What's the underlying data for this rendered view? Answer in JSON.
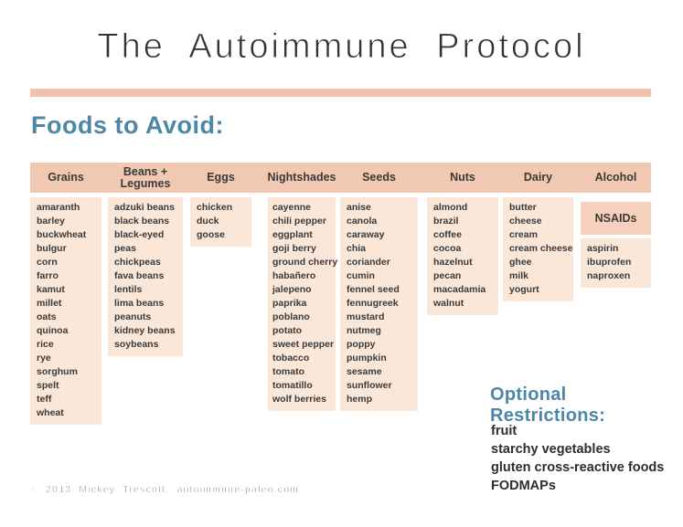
{
  "poster": {
    "title": "The Autoimmune Protocol",
    "section_heading": "Foods to Avoid:",
    "footer": "© 2013  Mickey  Trescott,  autoimmune-paleo.com"
  },
  "colors": {
    "accent_blue": "#4c87a6",
    "header_bar": "#f1c8b2",
    "list_bg": "#fbe7d8",
    "nsaids_bg": "#f6d0bc",
    "divider": "#f2c2ab",
    "text": "#3a3a3a"
  },
  "columns": [
    {
      "id": "grains",
      "header": "Grains",
      "items": [
        "amaranth",
        "barley",
        "buckwheat",
        "bulgur",
        "corn",
        "farro",
        "kamut",
        "millet",
        "oats",
        "quinoa",
        "rice",
        "rye",
        "sorghum",
        "spelt",
        "teff",
        "wheat"
      ]
    },
    {
      "id": "beans-legumes",
      "header": "Beans + Legumes",
      "items": [
        "adzuki beans",
        "black beans",
        "black-eyed peas",
        "chickpeas",
        "fava beans",
        "lentils",
        "lima beans",
        "peanuts",
        "kidney beans",
        "soybeans"
      ]
    },
    {
      "id": "eggs",
      "header": "Eggs",
      "items": [
        "chicken",
        "duck",
        "goose"
      ]
    },
    {
      "id": "nightshades",
      "header": "Nightshades",
      "items": [
        "cayenne",
        "chili pepper",
        "eggplant",
        "goji berry",
        "ground cherry",
        "habañero",
        "jalepeno",
        "paprika",
        "poblano",
        "potato",
        "sweet pepper",
        "tobacco",
        "tomato",
        "tomatillo",
        "wolf berries"
      ]
    },
    {
      "id": "seeds",
      "header": "Seeds",
      "items": [
        "anise",
        "canola",
        "caraway",
        "chia",
        "coriander",
        "cumin",
        "fennel seed",
        "fennugreek",
        "mustard",
        "nutmeg",
        "poppy",
        "pumpkin",
        "sesame",
        "sunflower",
        "hemp"
      ]
    },
    {
      "id": "nuts",
      "header": "Nuts",
      "items": [
        "almond",
        "brazil",
        "coffee",
        "cocoa",
        "hazelnut",
        "pecan",
        "macadamia",
        "walnut"
      ]
    },
    {
      "id": "dairy",
      "header": "Dairy",
      "items": [
        "butter",
        "cheese",
        "cream",
        "cream cheese",
        "ghee",
        "milk",
        "yogurt"
      ]
    },
    {
      "id": "alcohol",
      "header": "Alcohol",
      "items": []
    }
  ],
  "nsaids": {
    "label": "NSAIDs",
    "items": [
      "aspirin",
      "ibuprofen",
      "naproxen"
    ]
  },
  "optional_restrictions": {
    "heading": "Optional Restrictions:",
    "items": [
      "fruit",
      "starchy vegetables",
      "gluten cross-reactive foods",
      "FODMAPs"
    ]
  }
}
